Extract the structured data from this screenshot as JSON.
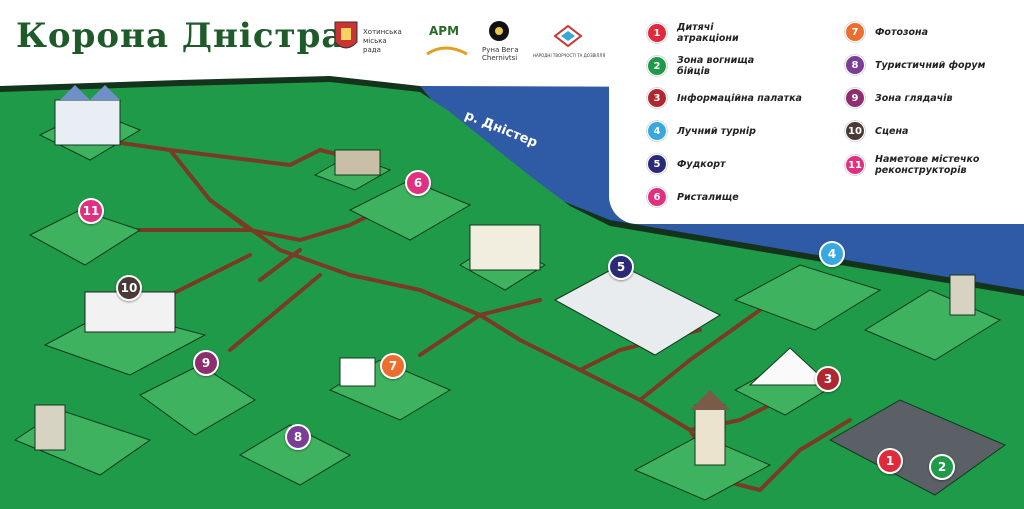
{
  "title": "Корона Дністра",
  "river_label": "р. Дністер",
  "logos": {
    "city_line1": "Хотинська",
    "city_line2": "міська",
    "city_line3": "рада",
    "arm": "АРМ",
    "ryna_line1": "Руна Вега",
    "ryna_line2": "Chernivtsi",
    "folk_line": "НАРОДНІ ТВОРЧОСТІ ТА ДОЗВІЛЛЯ"
  },
  "colors": {
    "grass": "#1f9a48",
    "river": "#2f5aa6",
    "road": "#7a3b24",
    "title": "#1f5a2a"
  },
  "legend": [
    {
      "num": "1",
      "label": "Дитячі атракціони",
      "color": "#e02a3b"
    },
    {
      "num": "2",
      "label": "Зона вогнища бійців",
      "color": "#1f9a48"
    },
    {
      "num": "3",
      "label": "Інформаційна палатка",
      "color": "#b0282f"
    },
    {
      "num": "4",
      "label": "Лучний турнір",
      "color": "#38a9e0"
    },
    {
      "num": "5",
      "label": "Фудкорт",
      "color": "#2a2a78"
    },
    {
      "num": "6",
      "label": "Ристалище",
      "color": "#e0307f"
    },
    {
      "num": "7",
      "label": "Фотозона",
      "color": "#ec6e2f"
    },
    {
      "num": "8",
      "label": "Туристичний форум",
      "color": "#7b3d96"
    },
    {
      "num": "9",
      "label": "Зона глядачів",
      "color": "#8e2e6e"
    },
    {
      "num": "10",
      "label": "Сцена",
      "color": "#4a3a35"
    },
    {
      "num": "11",
      "label": "Наметове містечко реконструкторів",
      "color": "#e0307f"
    }
  ],
  "markers": [
    {
      "num": "1",
      "color": "#e02a3b"
    },
    {
      "num": "2",
      "color": "#1f9a48"
    },
    {
      "num": "3",
      "color": "#b0282f"
    },
    {
      "num": "4",
      "color": "#38a9e0"
    },
    {
      "num": "5",
      "color": "#2a2a78"
    },
    {
      "num": "6",
      "color": "#e0307f"
    },
    {
      "num": "7",
      "color": "#ec6e2f"
    },
    {
      "num": "8",
      "color": "#7b3d96"
    },
    {
      "num": "9",
      "color": "#8e2e6e"
    },
    {
      "num": "10",
      "color": "#4a3a35"
    },
    {
      "num": "11",
      "color": "#e0307f"
    }
  ]
}
